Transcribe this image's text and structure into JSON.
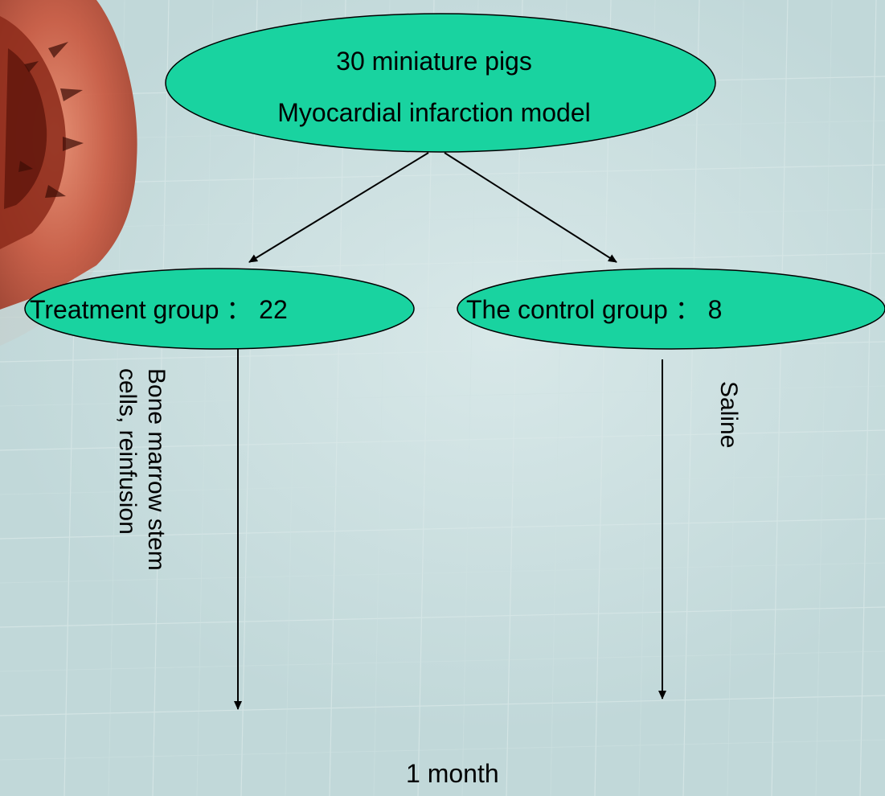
{
  "diagram": {
    "root": {
      "line1": "30 miniature pigs",
      "line2": "Myocardial infarction model"
    },
    "treatment_group": {
      "label": "Treatment group ： 22",
      "intervention_lines": [
        "Bone marrow stem",
        "cells, reinfusion"
      ]
    },
    "control_group": {
      "label": "The control group ： 8",
      "intervention": "Saline"
    },
    "endpoint": "1 month"
  },
  "colors": {
    "node_fill": "#19d3a0",
    "node_stroke": "#000000",
    "background": "#c1d8d9",
    "grid_line": "#d6e6e6",
    "heart_outer": "#c0553d",
    "heart_inner": "#7a2417"
  }
}
